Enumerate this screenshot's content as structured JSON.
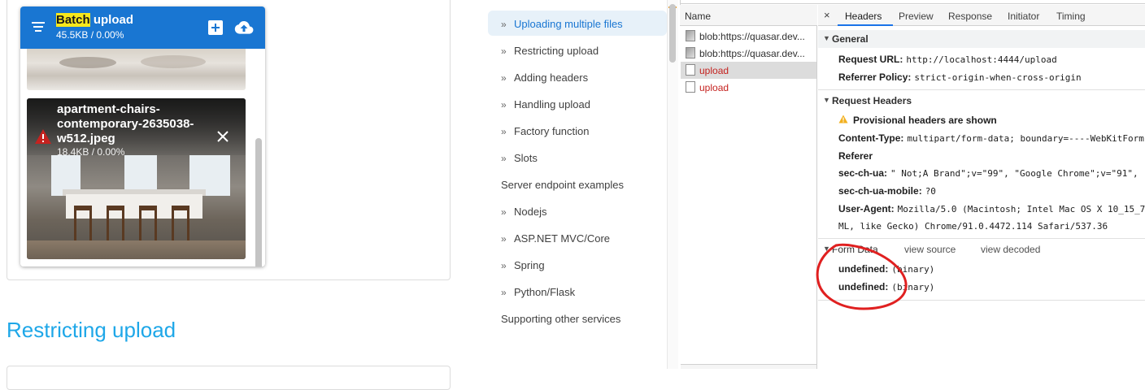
{
  "uploader": {
    "title_highlight": "Batch",
    "title_rest": " upload",
    "subtitle": "45.5KB / 0.00%",
    "file": {
      "name": "apartment-chairs-contemporary-2635038-w512.jpeg",
      "name_lines": [
        "apartment-chairs-",
        "contemporary-2635038-",
        "w512.jpeg"
      ],
      "size": "18.4KB / 0.00%",
      "status": "error"
    },
    "colors": {
      "header": "#1976d2",
      "highlight": "#f7e81c",
      "error": "#c5221f"
    },
    "icons": {
      "menu": "menu-icon",
      "add": "add-box-icon",
      "upload": "cloud-upload-icon",
      "warning": "warning-icon",
      "close": "close-icon"
    }
  },
  "doc": {
    "section_heading": "Restricting upload",
    "heading_color": "#1ea7e8"
  },
  "nav": {
    "items": [
      {
        "label": "Uploading multiple files",
        "chevron": "»",
        "active": true
      },
      {
        "label": "Restricting upload",
        "chevron": "»"
      },
      {
        "label": "Adding headers",
        "chevron": "»"
      },
      {
        "label": "Handling upload",
        "chevron": "»"
      },
      {
        "label": "Factory function",
        "chevron": "»"
      },
      {
        "label": "Slots",
        "chevron": "»"
      },
      {
        "label": "Server endpoint examples",
        "chevron": ""
      },
      {
        "label": "Nodejs",
        "chevron": "»"
      },
      {
        "label": "ASP.NET MVC/Core",
        "chevron": "»"
      },
      {
        "label": "Spring",
        "chevron": "»"
      },
      {
        "label": "Python/Flask",
        "chevron": "»"
      },
      {
        "label": "Supporting other services",
        "chevron": ""
      }
    ],
    "active_color": "#1976d2"
  },
  "devtools": {
    "network": {
      "column_header": "Name",
      "rows": [
        {
          "name": "blob:https://quasar.dev...",
          "type": "image",
          "error": false,
          "selected": false
        },
        {
          "name": "blob:https://quasar.dev...",
          "type": "image",
          "error": false,
          "selected": false
        },
        {
          "name": "upload",
          "type": "doc",
          "error": true,
          "selected": true
        },
        {
          "name": "upload",
          "type": "doc",
          "error": true,
          "selected": false
        }
      ]
    },
    "tabs": {
      "close": "×",
      "items": [
        "Headers",
        "Preview",
        "Response",
        "Initiator",
        "Timing"
      ],
      "active": "Headers"
    },
    "general": {
      "title": "General",
      "request_url_key": "Request URL:",
      "request_url_value": "http://localhost:4444/upload",
      "referrer_key": "Referrer Policy:",
      "referrer_value": "strict-origin-when-cross-origin"
    },
    "request_headers": {
      "title": "Request Headers",
      "provisional": "Provisional headers are shown",
      "content_type_key": "Content-Type:",
      "content_type_value": "multipart/form-data; boundary=----WebKitForm",
      "referer_key": "Referer",
      "ua_key": "sec-ch-ua:",
      "ua_value": "\" Not;A Brand\";v=\"99\", \"Google Chrome\";v=\"91\",",
      "ua_mobile_key": "sec-ch-ua-mobile:",
      "ua_mobile_value": "?0",
      "user_agent_key": "User-Agent:",
      "user_agent_value": "Mozilla/5.0 (Macintosh; Intel Mac OS X 10_15_7",
      "user_agent_cont": "ML, like Gecko) Chrome/91.0.4472.114 Safari/537.36"
    },
    "form_data": {
      "title": "Form Data",
      "view_source": "view source",
      "view_decoded": "view decoded",
      "rows": [
        {
          "key": "undefined:",
          "value": "(binary)"
        },
        {
          "key": "undefined:",
          "value": "(binary)"
        }
      ]
    },
    "annotation_color": "#e02020"
  }
}
